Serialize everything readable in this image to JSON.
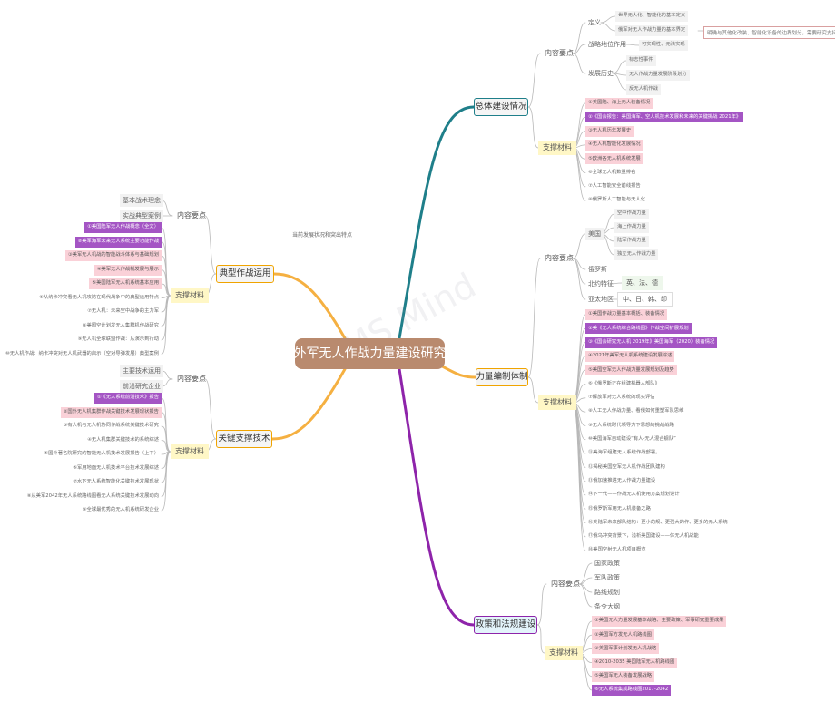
{
  "root": "外军无人作战力量建设研究",
  "watermark": "iMS Mind",
  "float_label": "当前发展状况和突出特点",
  "colors": {
    "teal": "#1f7f8a",
    "orange": "#f5b041",
    "purple": "#8e24aa",
    "root": "#b98a6e"
  },
  "branches": {
    "overall": {
      "label": "总体建设情况",
      "content": {
        "label": "内容要点",
        "definition": {
          "label": "定义",
          "items": [
            "世界无人化、智能化的基本定义",
            "俄军对无人作战力量的基本界定"
          ],
          "note": "明确与其他化改装、智能化设备的边界划分，需要研究支持"
        },
        "strategic": {
          "label": "战略地位作用",
          "items": [
            "可实现性、无法实现"
          ]
        },
        "history": {
          "label": "发展历史",
          "items": [
            "标志性事件",
            "无人作战力量发展阶段划分",
            "反无人机作战"
          ]
        }
      },
      "support": {
        "label": "支撑材料",
        "items": [
          {
            "t": "①美国陆、海上无人装备情况",
            "s": "p"
          },
          {
            "t": "②《国会报告：美国海军、空人机技术发展和未来的关键挑战 2021年》",
            "s": "v"
          },
          {
            "t": "③无人机历年发展史",
            "s": "p"
          },
          {
            "t": "④无人机智能化发展情况",
            "s": "p"
          },
          {
            "t": "⑤欧洲各无人机系统发展",
            "s": "p"
          },
          {
            "t": "⑥全球无人机数量排名",
            "s": "w"
          },
          {
            "t": "⑦人工智能安全前线报告",
            "s": "w"
          },
          {
            "t": "⑧俄罗斯人工智能与无人化",
            "s": "w"
          }
        ]
      }
    },
    "force": {
      "label": "力量编制体制",
      "content": {
        "label": "内容要点",
        "us": {
          "label": "美国",
          "items": [
            "空中作战力量",
            "海上作战力量",
            "陆军作战力量",
            "独立无人作战力量"
          ]
        },
        "russia": {
          "label": "俄罗斯"
        },
        "nato": {
          "label": "北约特征",
          "items": [
            "英、法、德"
          ]
        },
        "asia": {
          "label": "亚太地区",
          "items": [
            "中、日、韩、印"
          ]
        }
      },
      "support": {
        "label": "支撑材料",
        "items": [
          {
            "t": "①美国作战力量基本概括、装备情况",
            "s": "p"
          },
          {
            "t": "②美《无人系统综合路线图》作战空间扩展规划",
            "s": "v"
          },
          {
            "t": "③《国会研究无人机 2019年》美国海军（2020）装备情况",
            "s": "v"
          },
          {
            "t": "④2021年美军无人机系统建设发展综述",
            "s": "p"
          },
          {
            "t": "⑤美国空军无人作战力量发展规划及趋势",
            "s": "p"
          },
          {
            "t": "⑥《俄罗斯正在组建机器人部队》",
            "s": "w"
          },
          {
            "t": "⑦解放军对无人系统的现实评估",
            "s": "w"
          },
          {
            "t": "⑧人工无人作战力量、看俄如何重塑军队思维",
            "s": "w"
          },
          {
            "t": "⑨无人系统时代领导力下思想的挑战战略",
            "s": "w"
          },
          {
            "t": "⑩美国海军自动建设“有人-无人混合舰队”",
            "s": "w"
          },
          {
            "t": "⑪美海军组建无人系统作战部署。",
            "s": "w"
          },
          {
            "t": "⑫揭秘美国空军无人机作战团队建构",
            "s": "w"
          },
          {
            "t": "⑬俄加速推进无人作战力量建设",
            "s": "w"
          },
          {
            "t": "⑭下一代——作战无人机使用方案规划设计",
            "s": "w"
          },
          {
            "t": "⑮俄罗斯军用无人机装备之路",
            "s": "w"
          },
          {
            "t": "⑯美陆军未来部队结构：更小的规、更强大的作、更多的无人系统",
            "s": "w"
          },
          {
            "t": "⑰俄乌冲突背景下，浅析美国建设——体无人机战能",
            "s": "w"
          },
          {
            "t": "⑱美国空射无人机项目概览",
            "s": "w"
          }
        ]
      }
    },
    "policy": {
      "label": "政策和法规建设",
      "content": {
        "label": "内容要点",
        "items": [
          "国家政策",
          "军队政策",
          "路线规划",
          "条令大纲"
        ]
      },
      "support": {
        "label": "支撑材料",
        "items": [
          {
            "t": "①美国无人力量发展基本战略、主要政策、军事研究重要成果",
            "s": "p"
          },
          {
            "t": "②美国军方发无人机路线图",
            "s": "p"
          },
          {
            "t": "③美国军事计划发无人机战略",
            "s": "p"
          },
          {
            "t": "④2010-2035 美国陆军无人机路线图",
            "s": "p"
          },
          {
            "t": "⑤美国军无人装备发展战略",
            "s": "p"
          },
          {
            "t": "⑥无人系统集成路线图2017-2042",
            "s": "v"
          }
        ]
      }
    },
    "typical": {
      "label": "典型作战运用",
      "content": {
        "label": "内容要点",
        "items": [
          "基本战术理念",
          "实战典型案例"
        ]
      },
      "support": {
        "label": "支撑材料",
        "items": [
          {
            "t": "①美国陆军无人作战概念（全文）",
            "s": "v"
          },
          {
            "t": "②美军海军未来无人系统主要功能作战",
            "s": "v"
          },
          {
            "t": "③美军无人机战的智能战斗体系与基础规划",
            "s": "p"
          },
          {
            "t": "④美军无人作战机发展与展示",
            "s": "p"
          },
          {
            "t": "⑤美国陆军无人机系统基本应用",
            "s": "p"
          },
          {
            "t": "⑥从纳卡冲突看无人机攻防在现代战争中的典型运用特点",
            "s": "w"
          },
          {
            "t": "⑦无人机：未来空中战争的主力军",
            "s": "w"
          },
          {
            "t": "⑧美国空计划发无人集群机作战研究",
            "s": "w"
          },
          {
            "t": "⑨无人机全球联盟作战：从演示到行动",
            "s": "w"
          },
          {
            "t": "⑩无人机作战：纳卡冲突对无人机武器的启示（空对导弹发展）典型案例",
            "s": "w"
          }
        ]
      }
    },
    "tech": {
      "label": "关键支撑技术",
      "content": {
        "label": "内容要点",
        "items": [
          "主要技术运用",
          "前沿研究企业"
        ]
      },
      "support": {
        "label": "支撑材料",
        "items": [
          {
            "t": "①《无人系统前沿技术》报告",
            "s": "v"
          },
          {
            "t": "②国外无人机集群作战关键技术发展现状报告",
            "s": "p"
          },
          {
            "t": "③有人机与无人机协同作战系统关键技术研究",
            "s": "w"
          },
          {
            "t": "④无人机集群关键技术的系统综述",
            "s": "w"
          },
          {
            "t": "⑤国外著名院研究的智能无人机技术发展报告（上下）",
            "s": "w"
          },
          {
            "t": "⑥军用地面无人机技术平台技术发展综述",
            "s": "w"
          },
          {
            "t": "⑦水下无人系统智能化关键技术发展现状",
            "s": "w"
          },
          {
            "t": "⑧从美军2042年无人系统路线图看无人系统关键技术发展动向",
            "s": "w"
          },
          {
            "t": "⑨全球最优秀的无人机系统研发企业",
            "s": "w"
          }
        ]
      }
    }
  }
}
